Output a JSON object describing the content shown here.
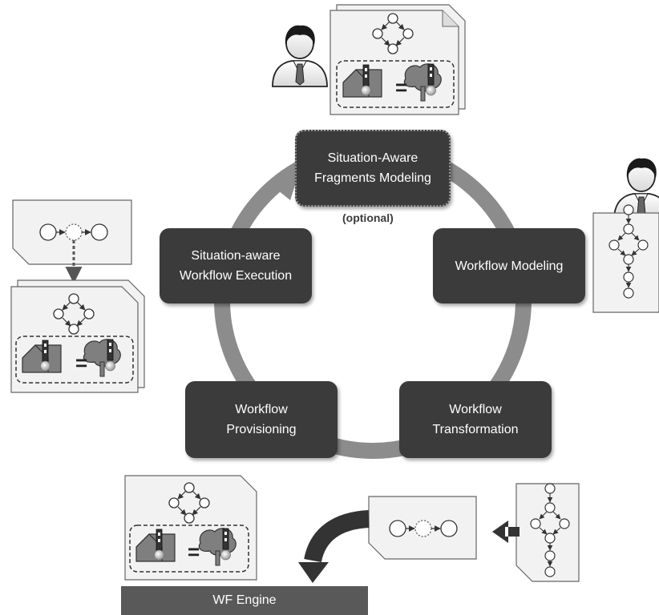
{
  "cycle": {
    "fragments_modeling": {
      "line1": "Situation-Aware",
      "line2": "Fragments Modeling",
      "note": "(optional)"
    },
    "workflow_modeling": {
      "label": "Workflow Modeling"
    },
    "workflow_transformation": {
      "line1": "Workflow",
      "line2": "Transformation"
    },
    "workflow_provisioning": {
      "line1": "Workflow",
      "line2": "Provisioning"
    },
    "workflow_execution": {
      "line1": "Situation-aware",
      "line2": "Workflow Execution"
    }
  },
  "engine": {
    "label": "WF Engine"
  },
  "equals_sign": "=",
  "colors": {
    "box_fill": "#3b3b3b",
    "ring": "#8c8c8c",
    "engine_bar": "#595959",
    "doc_fill": "#f2f2f2",
    "arrow_dark": "#404040"
  },
  "icons": [
    "user-icon",
    "document-icon",
    "workflow-graph-icon",
    "building-sensor-icon",
    "tree-sensor-icon",
    "arrow-icon"
  ]
}
